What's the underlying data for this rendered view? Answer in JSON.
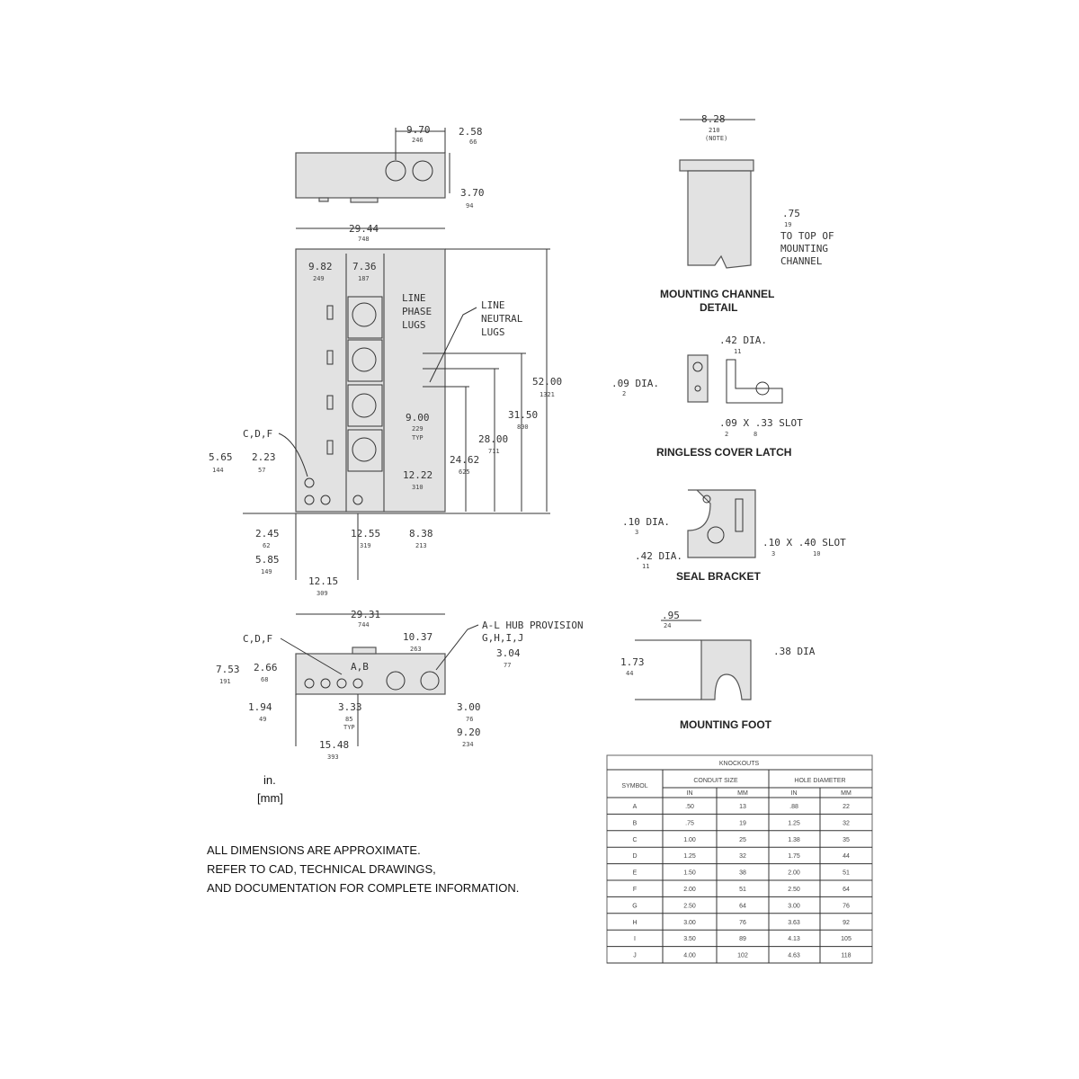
{
  "top_view": {
    "d1": "9.70",
    "d1mm": "246",
    "d2": "2.58",
    "d2mm": "66",
    "d3": "3.70",
    "d3mm": "94"
  },
  "front_view": {
    "width": "29.44",
    "width_mm": "748",
    "col1": "9.82",
    "col1_mm": "249",
    "col2": "7.36",
    "col2_mm": "187",
    "line_phase": [
      "LINE",
      "PHASE",
      "LUGS"
    ],
    "line_neutral": [
      "LINE",
      "NEUTRAL",
      "LUGS"
    ],
    "height": "52.00",
    "height_mm": "1321",
    "h2": "31.50",
    "h2_mm": "800",
    "h3": "28.00",
    "h3_mm": "711",
    "h4": "24.62",
    "h4_mm": "625",
    "pitch": "9.00",
    "pitch_mm": "229",
    "pitch_typ": "TYP",
    "h5": "12.22",
    "h5_mm": "310",
    "cdf": "C,D,F",
    "l1": "5.65",
    "l1_mm": "144",
    "l2": "2.23",
    "l2_mm": "57",
    "b1": "2.45",
    "b1_mm": "62",
    "b2": "5.85",
    "b2_mm": "149",
    "b3": "12.15",
    "b3_mm": "309",
    "b4": "12.55",
    "b4_mm": "319",
    "b5": "8.38",
    "b5_mm": "213"
  },
  "bottom_view": {
    "width": "29.31",
    "width_mm": "744",
    "d1": "10.37",
    "d1_mm": "263",
    "hub": "A-L HUB PROVISION",
    "hub2": "G,H,I,J",
    "d2": "3.04",
    "d2_mm": "77",
    "cdf": "C,D,F",
    "ab": "A,B",
    "l1": "7.53",
    "l1_mm": "191",
    "l2": "2.66",
    "l2_mm": "68",
    "l3": "1.94",
    "l3_mm": "49",
    "d3": "3.33",
    "d3_mm": "85",
    "d3_typ": "TYP",
    "d4": "15.48",
    "d4_mm": "393",
    "d5": "3.00",
    "d5_mm": "76",
    "d6": "9.20",
    "d6_mm": "234"
  },
  "units": {
    "in": "in.",
    "mm": "[mm]"
  },
  "notes": [
    "ALL DIMENSIONS ARE APPROXIMATE.",
    "REFER TO CAD, TECHNICAL DRAWINGS,",
    "AND DOCUMENTATION FOR COMPLETE INFORMATION."
  ],
  "mounting_channel": {
    "title": "MOUNTING CHANNEL",
    "title2": "DETAIL",
    "w": "8.28",
    "w_mm": "210",
    "w_note": "(NOTE)",
    "d": ".75",
    "d_mm": "19",
    "note": [
      "TO TOP OF",
      "MOUNTING",
      "CHANNEL"
    ]
  },
  "cover_latch": {
    "title": "RINGLESS COVER LATCH",
    "d1": ".42 DIA.",
    "d1_mm": "11",
    "d2": ".09 DIA.",
    "d2_mm": "2",
    "slot": ".09 X .33 SLOT",
    "slot_mm1": "2",
    "slot_mm2": "8"
  },
  "seal_bracket": {
    "title": "SEAL BRACKET",
    "d1": ".10 DIA.",
    "d1_mm": "3",
    "d2": ".42 DIA.",
    "d2_mm": "11",
    "slot": ".10 X .40 SLOT",
    "slot_mm1": "3",
    "slot_mm2": "10"
  },
  "mounting_foot": {
    "title": "MOUNTING FOOT",
    "w": ".95",
    "w_mm": "24",
    "h": "1.73",
    "h_mm": "44",
    "dia": ".38 DIA"
  },
  "knockouts": {
    "title": "KNOCKOUTS",
    "symbol": "SYMBOL",
    "conduit": "CONDUIT SIZE",
    "hole": "HOLE DIAMETER",
    "in": "IN",
    "mm": "MM",
    "rows": [
      [
        "A",
        ".50",
        "13",
        ".88",
        "22"
      ],
      [
        "B",
        ".75",
        "19",
        "1.25",
        "32"
      ],
      [
        "C",
        "1.00",
        "25",
        "1.38",
        "35"
      ],
      [
        "D",
        "1.25",
        "32",
        "1.75",
        "44"
      ],
      [
        "E",
        "1.50",
        "38",
        "2.00",
        "51"
      ],
      [
        "F",
        "2.00",
        "51",
        "2.50",
        "64"
      ],
      [
        "G",
        "2.50",
        "64",
        "3.00",
        "76"
      ],
      [
        "H",
        "3.00",
        "76",
        "3.63",
        "92"
      ],
      [
        "I",
        "3.50",
        "89",
        "4.13",
        "105"
      ],
      [
        "J",
        "4.00",
        "102",
        "4.63",
        "118"
      ]
    ]
  }
}
